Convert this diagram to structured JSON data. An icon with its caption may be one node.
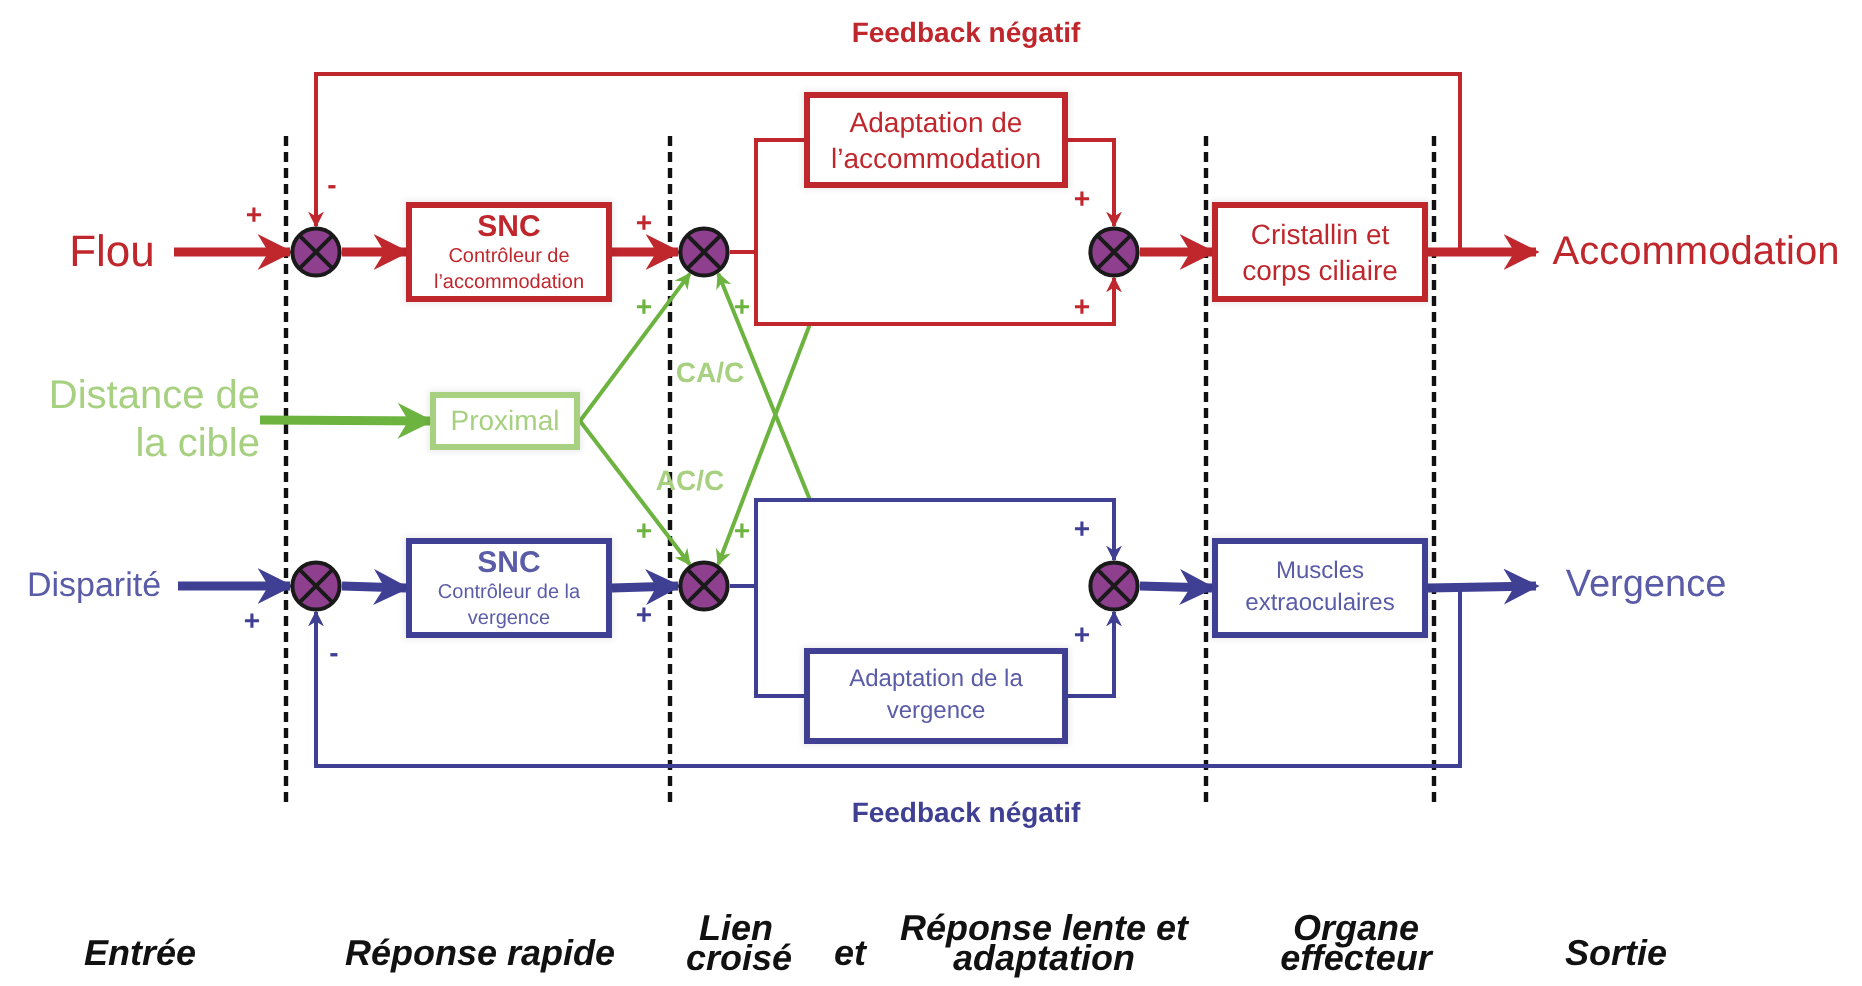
{
  "diagram": {
    "nodes": [
      {
        "text": [
          "Flou"
        ]
      },
      {
        "text": [],
        "shape": "circle"
      },
      {
        "text": [
          "SNC",
          "Contrôleur de l’accommodation"
        ]
      },
      {
        "text": [],
        "shape": "circle"
      },
      {
        "text": [
          "Adaptation de l’accommodation"
        ]
      },
      {
        "text": [],
        "shape": "circle"
      },
      {
        "text": [
          "Cristallin et corps ciliaire"
        ]
      },
      {
        "text": [
          "Accommodation"
        ]
      },
      {
        "text": [
          "Distance de la cible"
        ]
      },
      {
        "text": [
          "Proximal"
        ]
      },
      {
        "text": [
          "Disparité"
        ]
      },
      {
        "text": [],
        "shape": "circle"
      },
      {
        "text": [
          "SNC",
          "Contrôleur de la vergence"
        ]
      },
      {
        "text": [],
        "shape": "circle"
      },
      {
        "text": [
          "Adaptation de la vergence"
        ]
      },
      {
        "text": [],
        "shape": "circle"
      },
      {
        "text": [
          "Muscles extraoculaires"
        ]
      },
      {
        "text": [
          "Vergence"
        ]
      }
    ],
    "edges": [
      {
        "from": 0,
        "to": 1,
        "arrow": "to",
        "style": "thick",
        "color": "#c0272d"
      },
      {
        "from": 1,
        "to": 2,
        "arrow": "to",
        "style": "thick",
        "color": "#c0272d"
      },
      {
        "from": 2,
        "to": 3,
        "arrow": "to",
        "style": "thick",
        "color": "#c0272d"
      },
      {
        "from": 3,
        "to": 4,
        "arrow": "none",
        "color": "#c0272d"
      },
      {
        "from": 3,
        "to": 5,
        "arrow": "to",
        "color": "#c0272d"
      },
      {
        "from": 4,
        "to": 5,
        "arrow": "to",
        "color": "#c0272d"
      },
      {
        "from": 5,
        "to": 6,
        "arrow": "to",
        "style": "thick",
        "color": "#c0272d"
      },
      {
        "from": 6,
        "to": 7,
        "arrow": "to",
        "style": "thick",
        "color": "#c0272d"
      },
      {
        "from": 6,
        "to": 1,
        "arrow": "to",
        "label": "Feedback négatif",
        "color": "#c0272d"
      },
      {
        "from": 8,
        "to": 9,
        "arrow": "to",
        "style": "thick",
        "color": "#6db33f"
      },
      {
        "from": 9,
        "to": 3,
        "arrow": "to",
        "color": "#6db33f"
      },
      {
        "from": 9,
        "to": 13,
        "arrow": "to",
        "color": "#6db33f"
      },
      {
        "from": 3,
        "to": 13,
        "arrow": "to",
        "color": "#6db33f"
      },
      {
        "from": 13,
        "to": 3,
        "arrow": "to",
        "color": "#6db33f"
      },
      {
        "from": 10,
        "to": 11,
        "arrow": "to",
        "style": "thick",
        "color": "#3f3f94"
      },
      {
        "from": 11,
        "to": 12,
        "arrow": "to",
        "style": "thick",
        "color": "#3f3f94"
      },
      {
        "from": 12,
        "to": 13,
        "arrow": "to",
        "style": "thick",
        "color": "#3f3f94"
      },
      {
        "from": 13,
        "to": 15,
        "arrow": "to",
        "color": "#3f3f94"
      },
      {
        "from": 13,
        "to": 14,
        "arrow": "none",
        "color": "#3f3f94"
      },
      {
        "from": 14,
        "to": 15,
        "arrow": "to",
        "color": "#3f3f94"
      },
      {
        "from": 15,
        "to": 16,
        "arrow": "to",
        "style": "thick",
        "color": "#3f3f94"
      },
      {
        "from": 16,
        "to": 17,
        "arrow": "to",
        "style": "thick",
        "color": "#3f3f94"
      },
      {
        "from": 16,
        "to": 11,
        "arrow": "to",
        "label": "Feedback négatif",
        "color": "#3f3f94"
      }
    ],
    "labels": [
      "+",
      "-",
      "+",
      "+",
      "+",
      "CA/C",
      "+",
      "+",
      "AC/C",
      "+",
      "+",
      "+",
      "+",
      "-",
      "+",
      "+",
      "Entrée",
      "Réponse rapide",
      "Lien croisé",
      "et",
      "Réponse lente et adaptation",
      "Organe effecteur",
      "Sortie"
    ]
  }
}
